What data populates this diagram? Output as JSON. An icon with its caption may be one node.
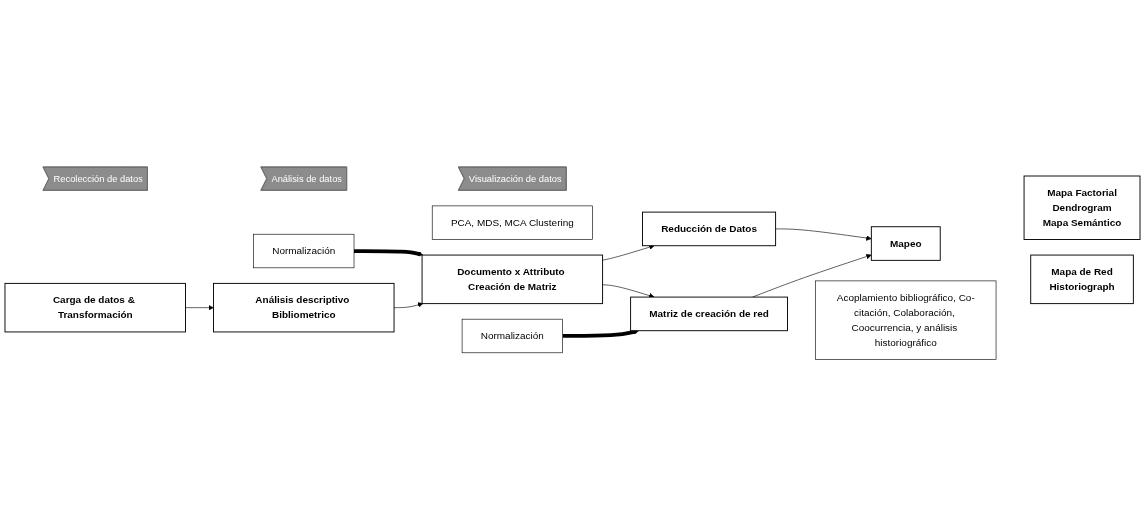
{
  "diagram": {
    "nodes": [
      {
        "text": [
          "Recolección de datos"
        ]
      },
      {
        "text": [
          "Análisis de datos"
        ]
      },
      {
        "text": [
          "Visualización de datos"
        ]
      },
      {
        "text": [
          "PCA, MDS, MCA Clustering"
        ]
      },
      {
        "text": [
          "Normalización"
        ]
      },
      {
        "text": [
          "Reducción de Datos"
        ]
      },
      {
        "text": [
          "Mapa Factorial",
          "Dendrogram",
          "Mapa Semántico"
        ]
      },
      {
        "text": [
          "Carga de datos & Transformación"
        ]
      },
      {
        "text": [
          "Análisis descriptivo Bibliometrico"
        ]
      },
      {
        "text": [
          "Documento x Attributo Creación de Matriz"
        ]
      },
      {
        "text": [
          "Mapeo"
        ]
      },
      {
        "text": [
          "Normalización"
        ]
      },
      {
        "text": [
          "Mapa de Red",
          "Historiograph"
        ]
      },
      {
        "text": [
          "Matriz de creación de red"
        ]
      },
      {
        "text": [
          "Acoplamiento bibliográfico, Co-citación, Colaboración, Coocurrencia, y análisis historiográfico"
        ]
      }
    ],
    "edges": [
      {
        "from": 7,
        "to": 8,
        "arrow": "to"
      },
      {
        "from": 8,
        "to": 9,
        "arrow": "to"
      },
      {
        "from": 4,
        "to": 9,
        "arrow": "to",
        "style": "thick"
      },
      {
        "from": 9,
        "to": 5,
        "arrow": "to"
      },
      {
        "from": 9,
        "to": 13,
        "arrow": "to"
      },
      {
        "from": 5,
        "to": 10,
        "arrow": "to"
      },
      {
        "from": 13,
        "to": 10,
        "arrow": "to"
      },
      {
        "from": 11,
        "to": 13,
        "arrow": "to",
        "style": "thick"
      }
    ]
  }
}
